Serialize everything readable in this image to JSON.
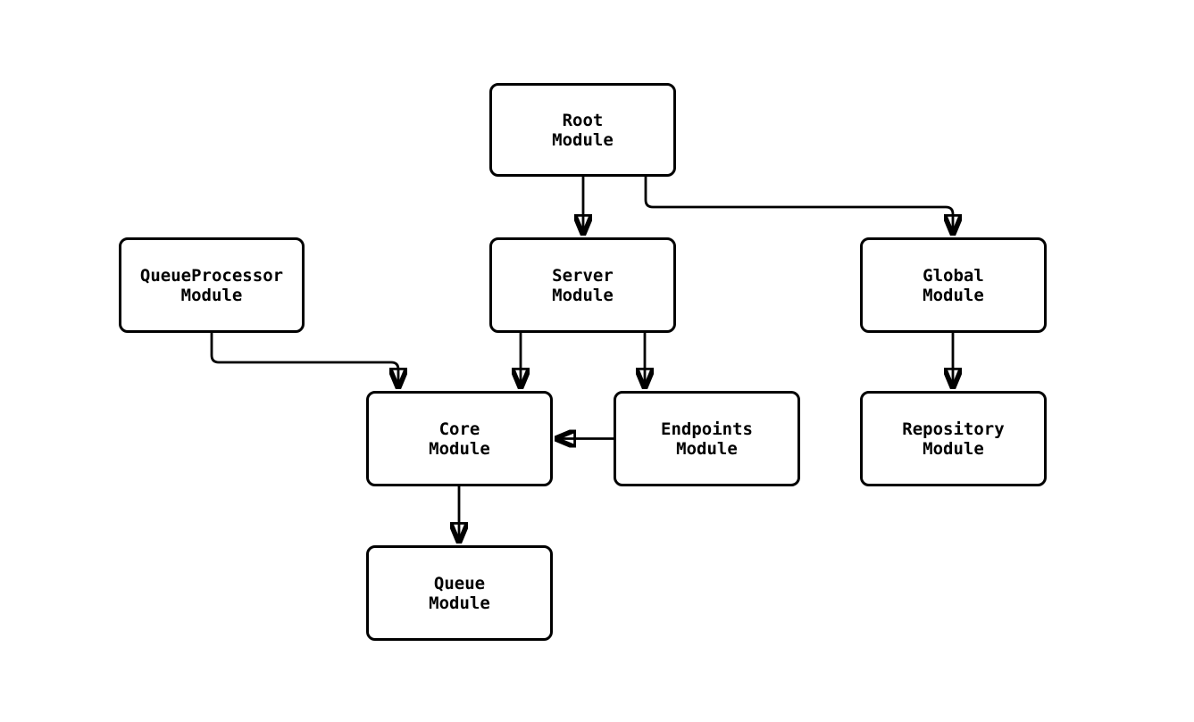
{
  "diagram": {
    "type": "flowchart",
    "direction": "top-down",
    "colors": {
      "background": "#ffffff",
      "node_fill": "#ffffff",
      "node_border": "#000000",
      "edge_stroke": "#000000",
      "text": "#000000"
    },
    "nodes": [
      {
        "id": "root",
        "line1": "Root",
        "line2": "Module"
      },
      {
        "id": "queueprocessor",
        "line1": "QueueProcessor",
        "line2": "Module"
      },
      {
        "id": "server",
        "line1": "Server",
        "line2": "Module"
      },
      {
        "id": "global",
        "line1": "Global",
        "line2": "Module"
      },
      {
        "id": "core",
        "line1": "Core",
        "line2": "Module"
      },
      {
        "id": "endpoints",
        "line1": "Endpoints",
        "line2": "Module"
      },
      {
        "id": "repository",
        "line1": "Repository",
        "line2": "Module"
      },
      {
        "id": "queue",
        "line1": "Queue",
        "line2": "Module"
      }
    ],
    "edges": [
      {
        "from": "root",
        "to": "server"
      },
      {
        "from": "root",
        "to": "global"
      },
      {
        "from": "queueprocessor",
        "to": "core"
      },
      {
        "from": "server",
        "to": "core"
      },
      {
        "from": "server",
        "to": "endpoints"
      },
      {
        "from": "endpoints",
        "to": "core"
      },
      {
        "from": "global",
        "to": "repository"
      },
      {
        "from": "core",
        "to": "queue"
      }
    ]
  }
}
